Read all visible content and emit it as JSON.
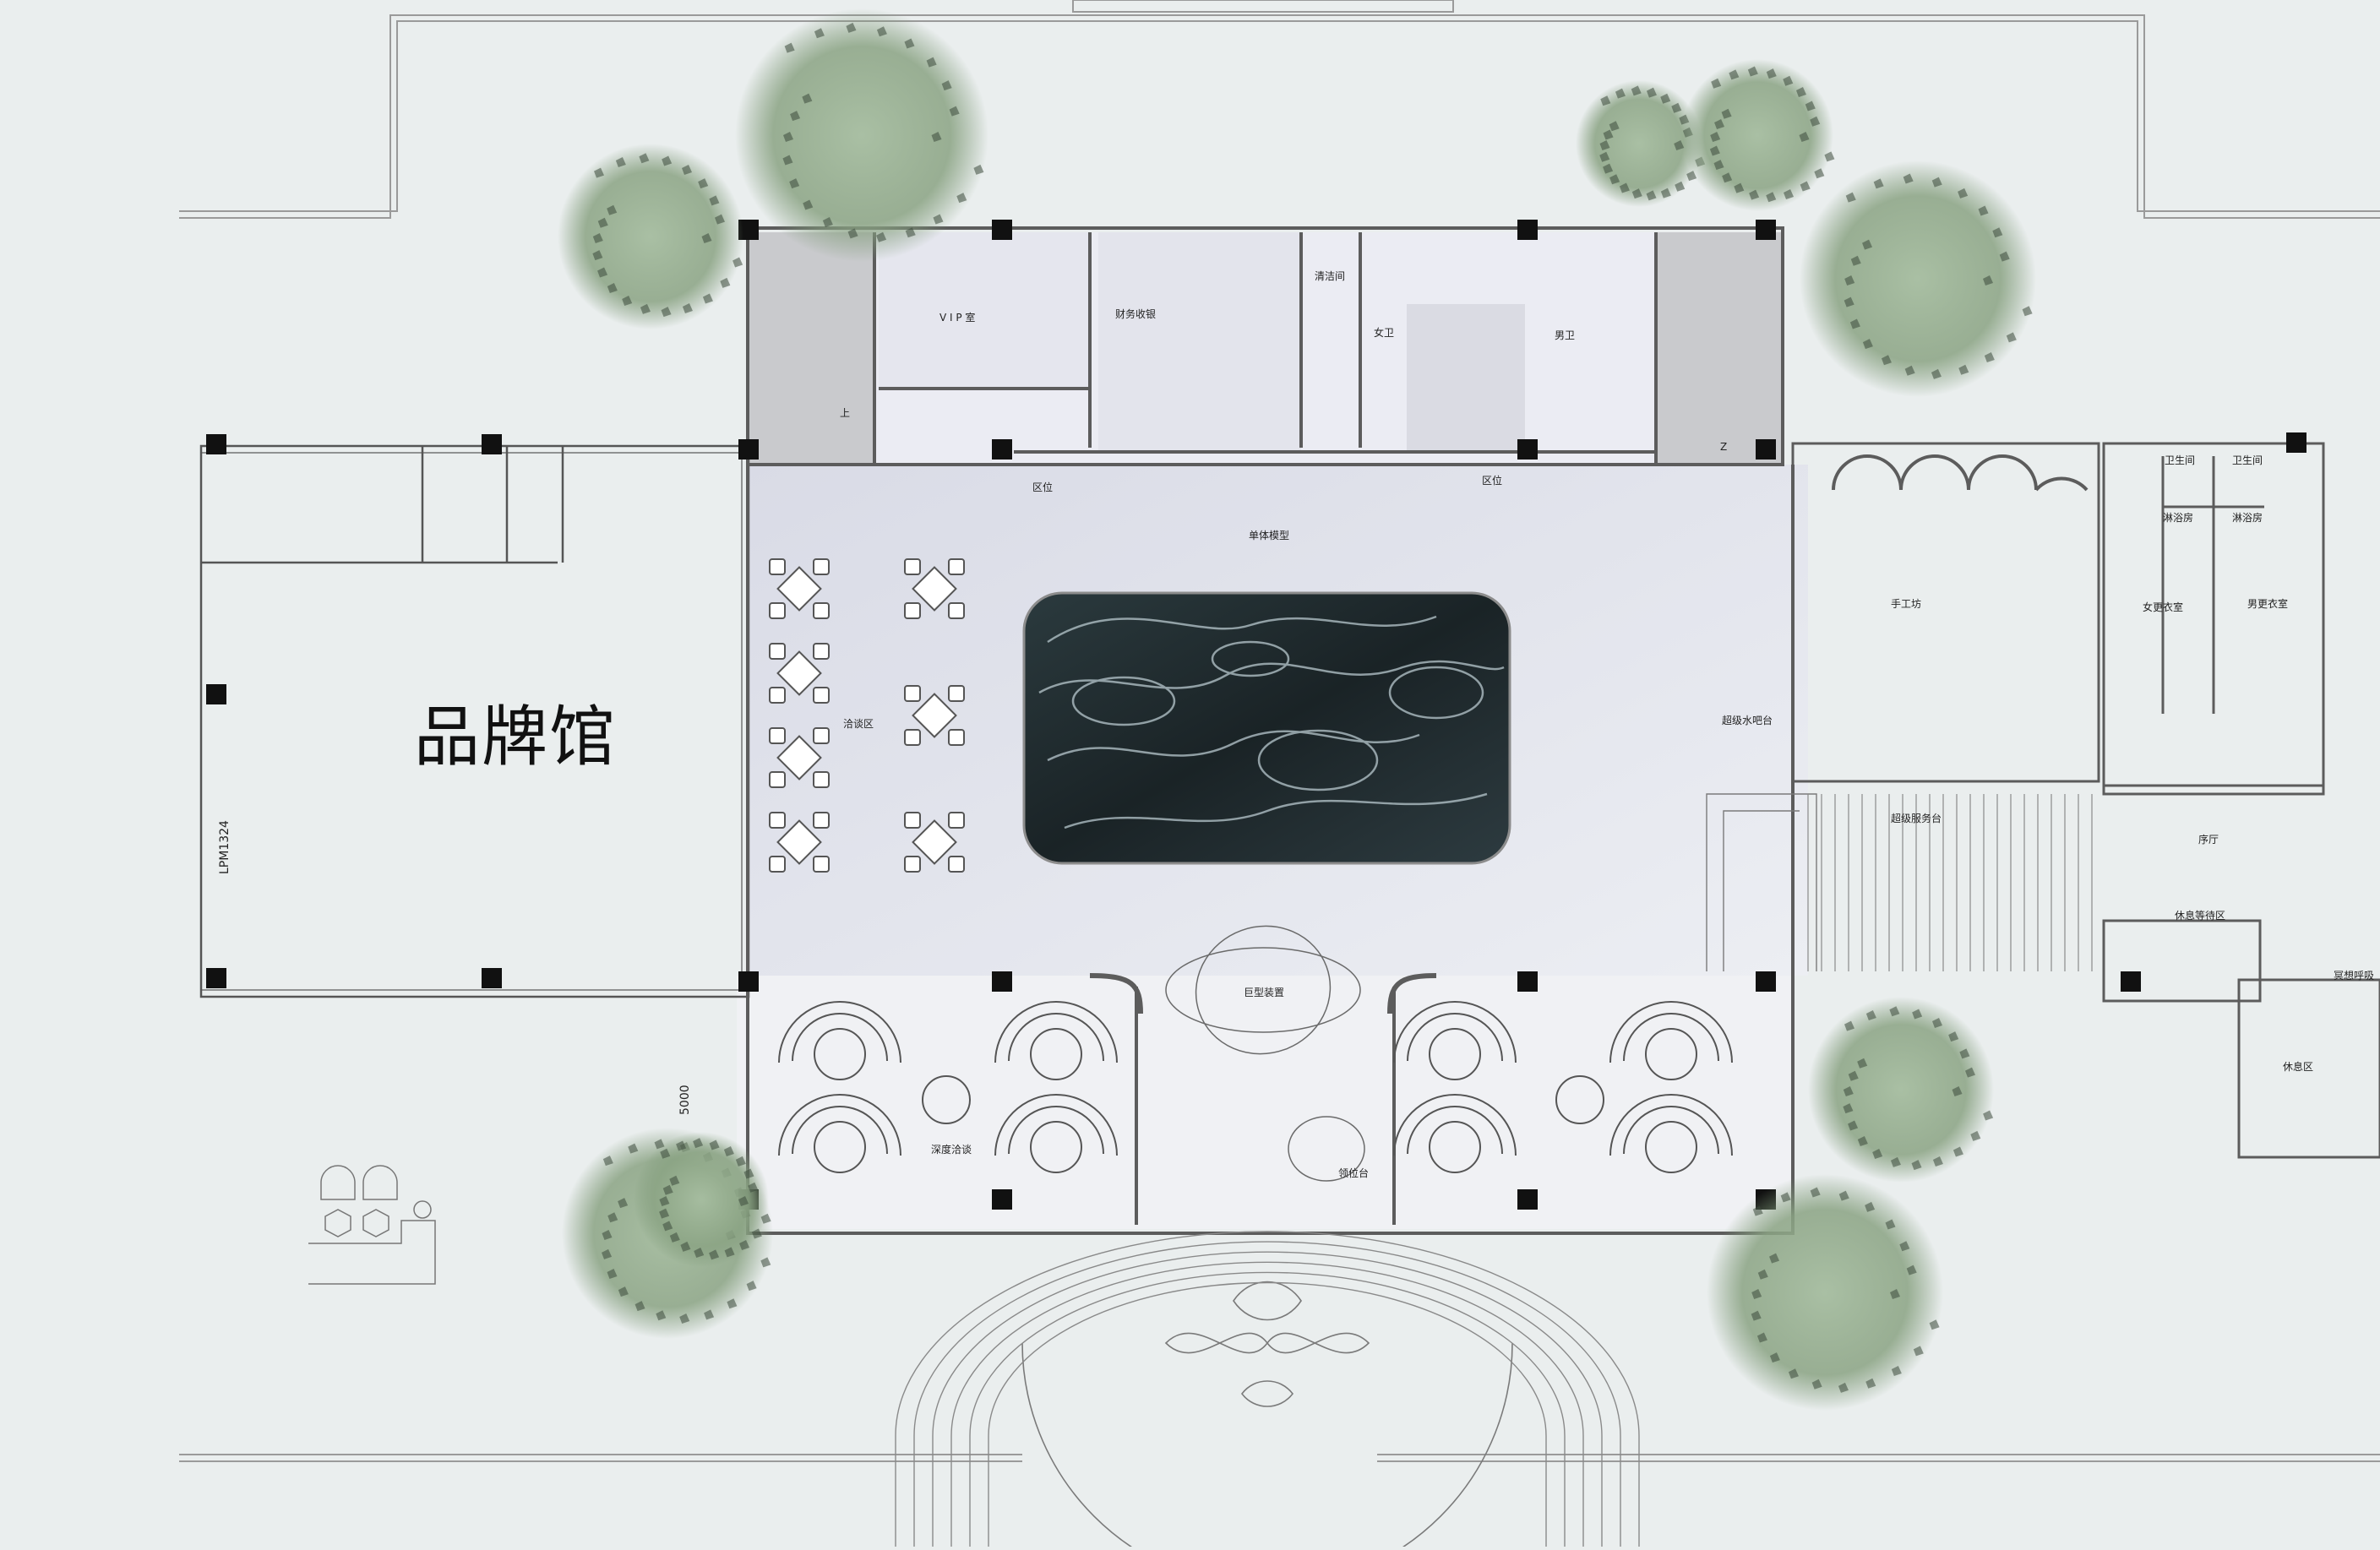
{
  "rooms": {
    "brand_hall": "品牌馆",
    "lpm": "LPM1324",
    "vip": "V I P 室",
    "finance": "财务收银",
    "cleaning": "清洁间",
    "womens_wc": "女卫",
    "mens_wc": "男卫",
    "zone_left": "区位",
    "zone_right": "区位",
    "single_model": "单体模型",
    "negotiation": "洽谈区",
    "giant_device": "巨型装置",
    "deep_negotiation": "深度洽谈",
    "reception_desk": "领位台",
    "water_bar": "超级水吧台",
    "handicraft": "手工坊",
    "service_desk": "超级服务台",
    "restroom_a": "卫生间",
    "restroom_b": "卫生间",
    "shower_a": "淋浴房",
    "shower_b": "淋浴房",
    "female_locker": "女更衣室",
    "male_locker": "男更衣室",
    "foyer": "序厅",
    "waiting": "休息等待区",
    "meditation": "冥想呼吸",
    "rest_area": "休息区"
  },
  "dimension": "5000",
  "stair_marks": {
    "up_left": "上",
    "up_right": "Z"
  },
  "colors": {
    "background": "#eaeeee",
    "wall": "#606060",
    "column": "#111111",
    "corridor": "#dcdde8",
    "service": "#c6c8cc",
    "tree": "#8fa88a",
    "river_dark": "#1e2a2d"
  }
}
